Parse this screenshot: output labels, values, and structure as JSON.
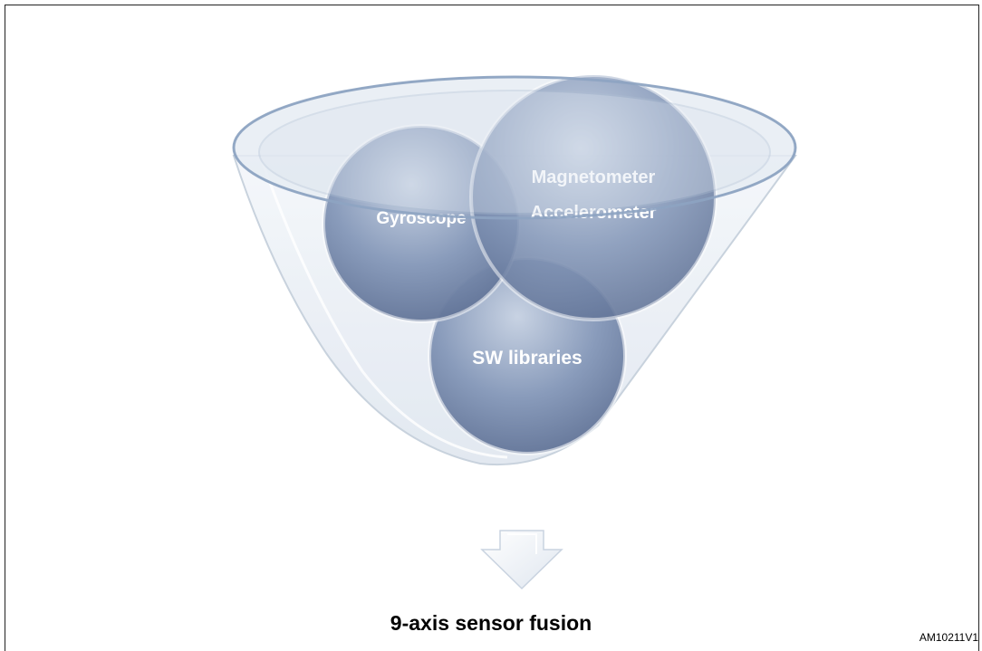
{
  "diagram": {
    "inputs": [
      {
        "label": "Gyroscope"
      },
      {
        "label": "Magnetometer"
      },
      {
        "label": "Accelerometer"
      },
      {
        "label": "SW libraries"
      }
    ],
    "output_label": "9-axis sensor fusion",
    "figure_id": "AM10211V1"
  },
  "colors": {
    "funnel_stroke": "#9fb3cc",
    "funnel_fill": "#eef2f7",
    "sphere_fill": "#8497b8",
    "sphere_highlight": "#c6d1e2",
    "sphere_shadow": "#5d6f93",
    "arrow_fill": "#f2f5fa",
    "arrow_stroke": "#c9d3e0",
    "frame": "#222222"
  },
  "icons": [
    "funnel",
    "down-arrow"
  ]
}
